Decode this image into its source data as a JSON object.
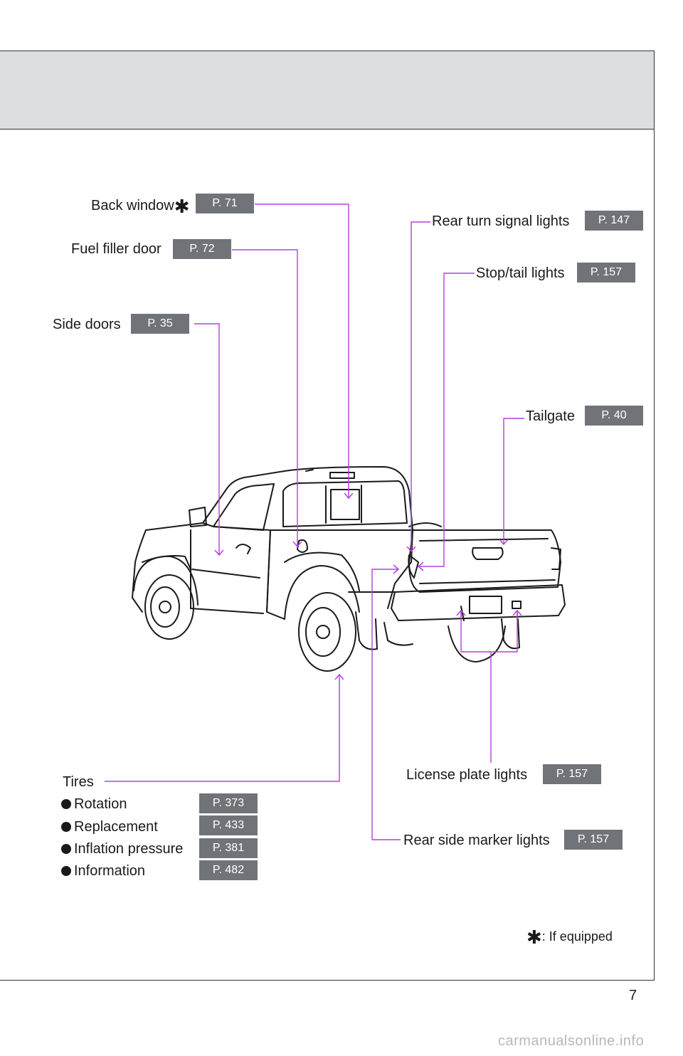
{
  "page_number": "7",
  "watermark": "carmanualsonline.info",
  "accent_color": "#b040e0",
  "badge_color": "#707478",
  "callouts": {
    "back_window": {
      "label": "Back window",
      "page": "P. 71"
    },
    "fuel_filler_door": {
      "label": "Fuel filler door",
      "page": "P. 72"
    },
    "side_doors": {
      "label": "Side doors",
      "page": "P. 35"
    },
    "rear_turn_signal": {
      "label": "Rear turn signal lights",
      "page": "P. 147"
    },
    "stop_tail": {
      "label": "Stop/tail lights",
      "page": "P. 157"
    },
    "tailgate": {
      "label": "Tailgate",
      "page": "P. 40"
    },
    "license_plate": {
      "label": "License plate lights",
      "page": "P. 157"
    },
    "rear_side_marker": {
      "label": "Rear side marker lights",
      "page": "P. 157"
    }
  },
  "tires": {
    "title": "Tires",
    "items": [
      {
        "label": "Rotation",
        "page": "P. 373"
      },
      {
        "label": "Replacement",
        "page": "P. 433"
      },
      {
        "label": "Inflation pressure",
        "page": "P. 381"
      },
      {
        "label": "Information",
        "page": "P. 482"
      }
    ]
  },
  "footnote": {
    "symbol": "✱",
    "text": ": If equipped"
  },
  "star_symbol": "✱",
  "icons": [
    "asterisk-icon",
    "bullet-icon",
    "pickup-truck-illustration"
  ]
}
